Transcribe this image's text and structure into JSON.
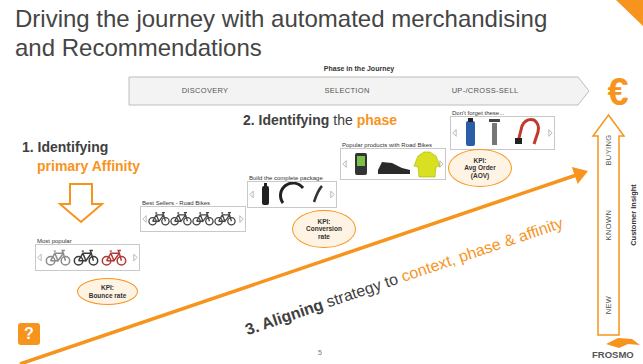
{
  "diagram": {
    "title": "Driving the journey with automated merchandising and Recommendations",
    "nodes": [
      {
        "text": [
          "Phase in the Journey",
          "DISCOVERY",
          "SELECTION",
          "UP-/CROSS-SELL"
        ]
      },
      {
        "text": [
          "€"
        ]
      },
      {
        "text": [
          "Don't forget these..."
        ]
      },
      {
        "text": [
          "Popular products with Road Bikes"
        ]
      },
      {
        "text": [
          "KPI:",
          "Avg Order (AOV)"
        ]
      },
      {
        "text": [
          "Build the complete package"
        ]
      },
      {
        "text": [
          "Best Sellers - Road Bikes"
        ]
      },
      {
        "text": [
          "KPI:",
          "Conversion rate"
        ]
      },
      {
        "text": [
          "Most popular"
        ]
      },
      {
        "text": [
          "KPI:",
          "Bounce rate"
        ]
      },
      {
        "text": [
          "?"
        ]
      },
      {
        "text": [
          "BUYING",
          "KNOWN",
          "NEW",
          "Customer Insight"
        ]
      }
    ],
    "labels": [
      "2. Identifying",
      "the",
      "phase",
      "1. Identifying",
      "primary Affinity",
      "3. Aligning",
      "strategy to",
      "context, phase & affinity",
      "5",
      "FROSMO"
    ]
  }
}
